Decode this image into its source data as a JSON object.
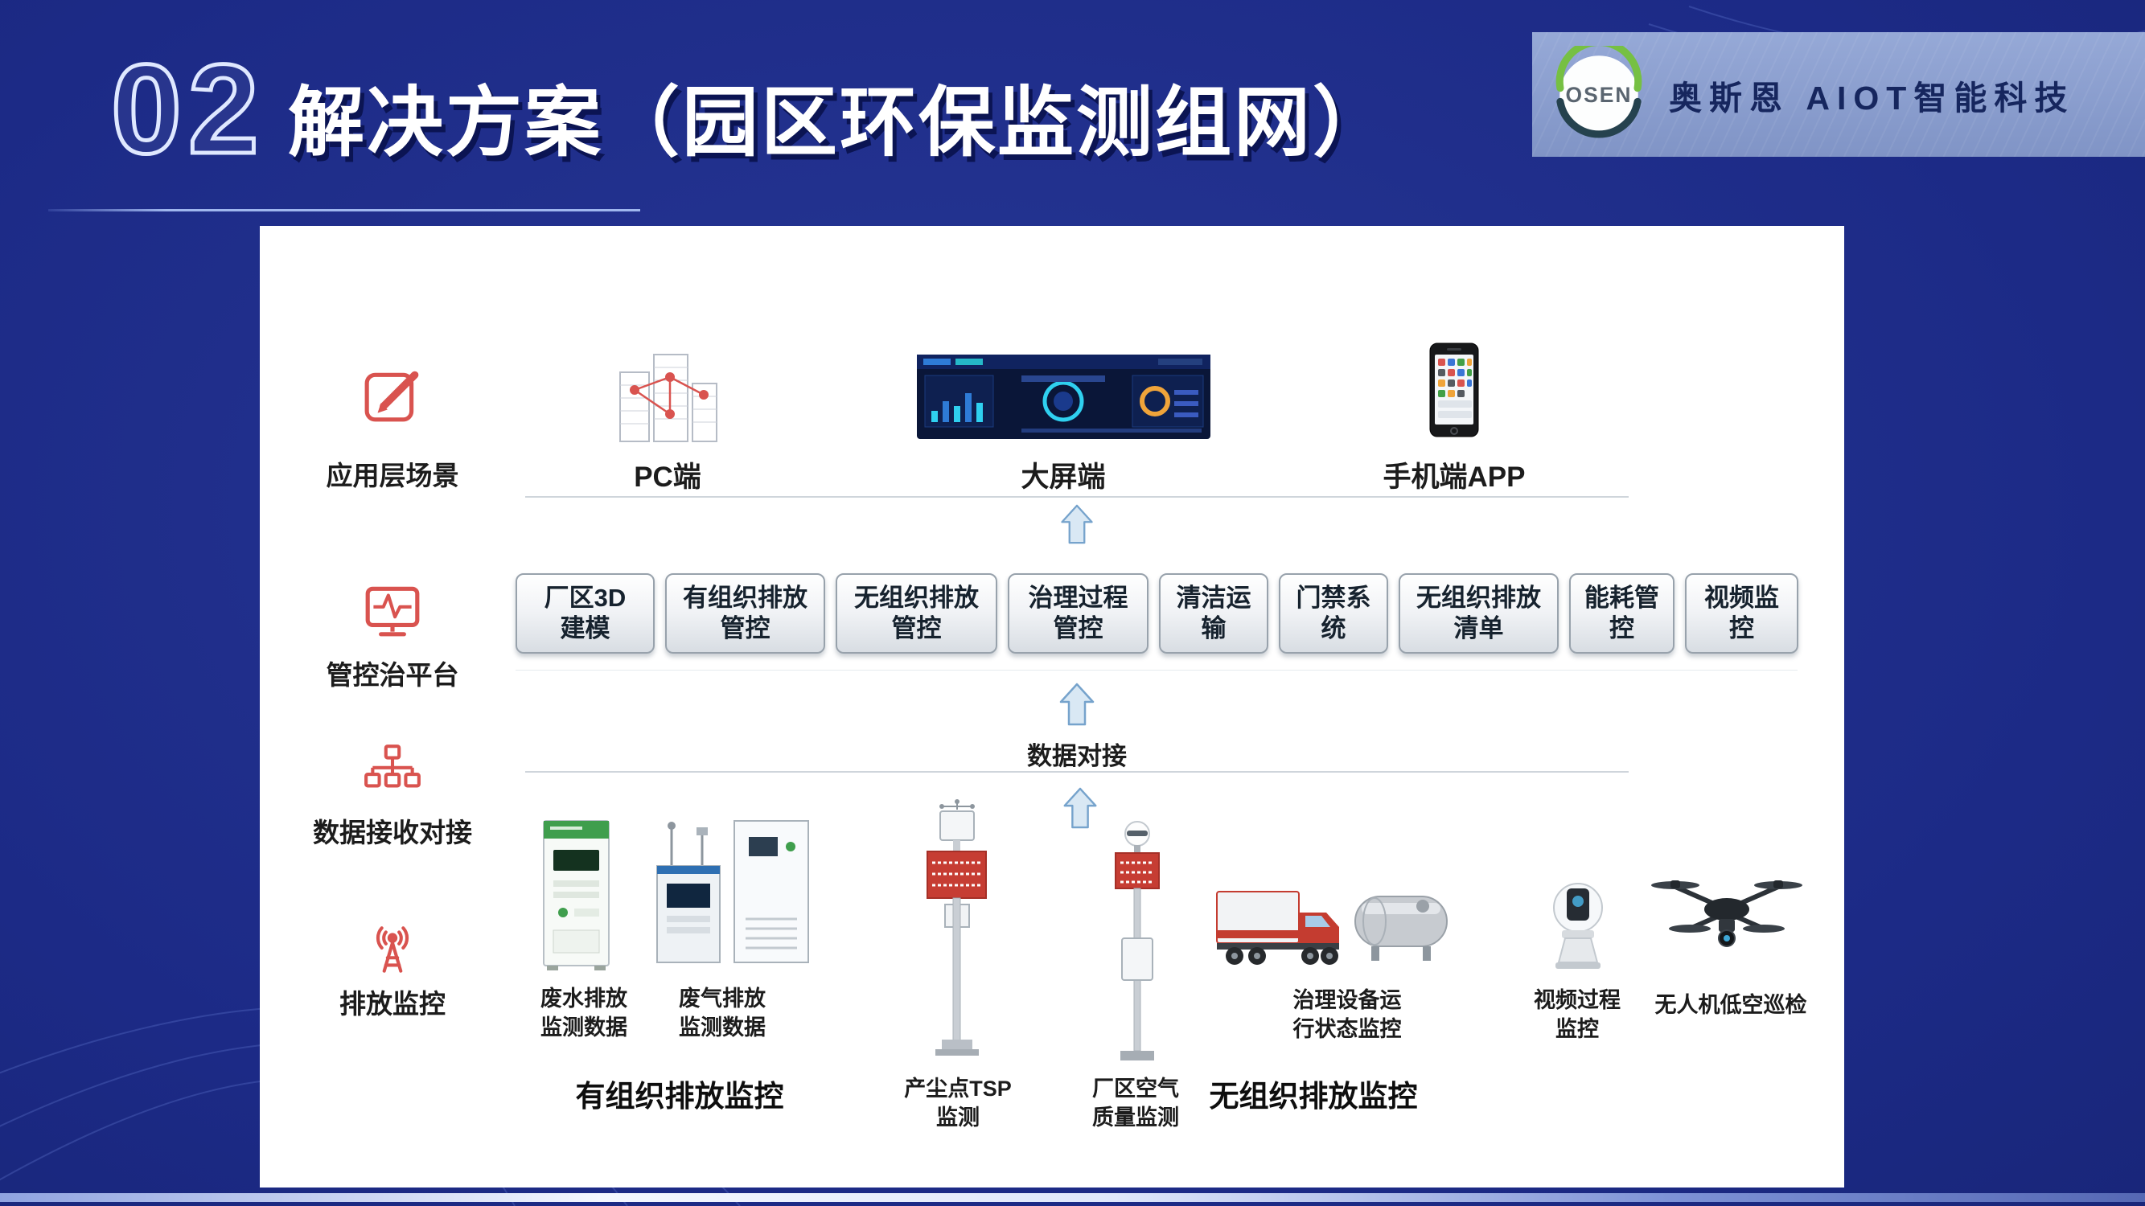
{
  "slide": {
    "section_number": "02",
    "title": "解决方案（园区环保监测组网）"
  },
  "brand": {
    "logo_text": "OSEN",
    "company": "奥斯恩 AIOT智能科技"
  },
  "layers": [
    {
      "label": "应用层场景",
      "icon": "edit-icon"
    },
    {
      "label": "管控治平台",
      "icon": "monitor-pulse-icon"
    },
    {
      "label": "数据接收对接",
      "icon": "sitemap-icon"
    },
    {
      "label": "排放监控",
      "icon": "antenna-icon"
    }
  ],
  "application_row": {
    "pc_label": "PC端",
    "big_screen_label": "大屏端",
    "mobile_label": "手机端APP"
  },
  "platform_modules": [
    "厂区3D\n建模",
    "有组织排放\n管控",
    "无组织排放\n管控",
    "治理过程\n管控",
    "清洁运\n输",
    "门禁系\n统",
    "无组织排放\n清单",
    "能耗管\n控",
    "视频监\n控"
  ],
  "data_link_label": "数据对接",
  "monitoring": {
    "wastewater_label": "废水排放\n监测数据",
    "waste_gas_label": "废气排放\n监测数据",
    "organized_group_label": "有组织排放监控",
    "tsp_label": "产尘点TSP\n监测",
    "air_quality_label": "厂区空气\n质量监测",
    "treatment_label": "治理设备运\n行状态监控",
    "unorganized_group_label": "无组织排放监控",
    "video_label": "视频过程\n监控",
    "drone_label": "无人机低空巡检"
  },
  "colors": {
    "background_blue": "#1c2a86",
    "accent_red": "#d9534b",
    "banner_blue": "#8ea3cf",
    "arrow_blue": "#7aa6cf",
    "panel_white": "#ffffff"
  }
}
